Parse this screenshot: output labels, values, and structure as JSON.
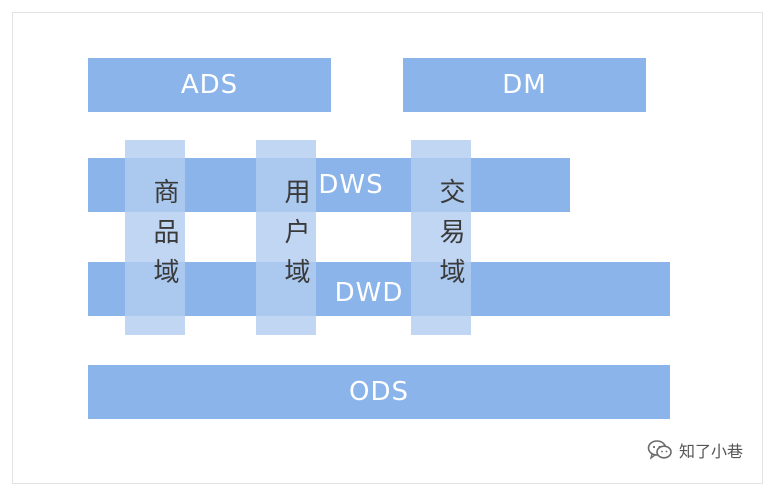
{
  "layers": {
    "ads": "ADS",
    "dm": "DM",
    "dws": "DWS",
    "dwd": "DWD",
    "ods": "ODS"
  },
  "domains": {
    "goods": "商品域",
    "user": "用户域",
    "trade": "交易域"
  },
  "watermark": {
    "icon": "wechat-icon",
    "text": "知了小巷"
  },
  "colors": {
    "layer": "#8ab4ea",
    "domain": "#b2cdf0",
    "layer_text": "#ffffff",
    "domain_text": "#3a3a3a"
  }
}
